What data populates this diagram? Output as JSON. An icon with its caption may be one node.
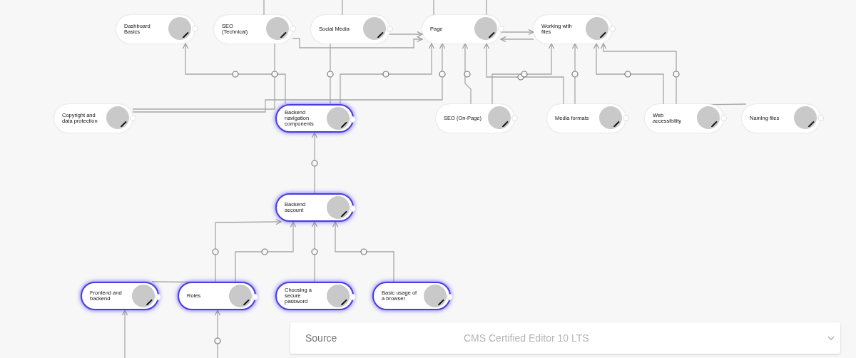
{
  "diagram": {
    "nodes": [
      {
        "text": [
          "Dashboard Basics"
        ]
      },
      {
        "text": [
          "SEO (Technical)"
        ]
      },
      {
        "text": [
          "Social Media"
        ]
      },
      {
        "text": [
          "Page"
        ]
      },
      {
        "text": [
          "Working with files"
        ]
      },
      {
        "text": [
          "Copyright and data protection"
        ]
      },
      {
        "text": [
          "Backend navigation components"
        ]
      },
      {
        "text": [
          "SEO (On-Page)"
        ]
      },
      {
        "text": [
          "Media formats"
        ]
      },
      {
        "text": [
          "Web accessibility"
        ]
      },
      {
        "text": [
          "Naming files"
        ]
      },
      {
        "text": [
          "Backend account"
        ]
      },
      {
        "text": [
          "Frontend and backend"
        ]
      },
      {
        "text": [
          "Roles"
        ]
      },
      {
        "text": [
          "Choosing a secure password"
        ]
      },
      {
        "text": [
          "Basic usage of a browser"
        ]
      }
    ],
    "edges": [
      {
        "from": 6,
        "to": 0,
        "arrow": "to"
      },
      {
        "from": 5,
        "to": 1,
        "arrow": "none"
      },
      {
        "from": 6,
        "to": 2,
        "arrow": "none"
      },
      {
        "from": 1,
        "to": 3,
        "arrow": "to"
      },
      {
        "from": 2,
        "to": 3,
        "arrow": "to"
      },
      {
        "from": 6,
        "to": 3,
        "arrow": "to"
      },
      {
        "from": 5,
        "to": 3,
        "arrow": "to"
      },
      {
        "from": 7,
        "to": 3,
        "arrow": "to"
      },
      {
        "from": 8,
        "to": 3,
        "arrow": "to"
      },
      {
        "from": 3,
        "to": 4,
        "arrow": "to"
      },
      {
        "from": 4,
        "to": 3,
        "arrow": "to"
      },
      {
        "from": 7,
        "to": 4,
        "arrow": "to"
      },
      {
        "from": 8,
        "to": 4,
        "arrow": "to"
      },
      {
        "from": 9,
        "to": 4,
        "arrow": "to"
      },
      {
        "from": 10,
        "to": 4,
        "arrow": "to"
      },
      {
        "from": 11,
        "to": 6,
        "arrow": "to"
      },
      {
        "from": 12,
        "to": 11,
        "arrow": "to"
      },
      {
        "from": 13,
        "to": 11,
        "arrow": "to"
      },
      {
        "from": 14,
        "to": 11,
        "arrow": "to"
      },
      {
        "from": 15,
        "to": 11,
        "arrow": "to"
      },
      {
        "from": null,
        "to": 12,
        "arrow": "to"
      },
      {
        "from": null,
        "to": 13,
        "arrow": "to"
      },
      {
        "from": 1,
        "to": null,
        "arrow": "none"
      },
      {
        "from": 2,
        "to": null,
        "arrow": "none"
      },
      {
        "from": 3,
        "to": null,
        "arrow": "none"
      },
      {
        "from": 3,
        "to": null,
        "arrow": "none"
      }
    ],
    "labels": [
      "Source",
      "CMS Certified Editor 10 LTS"
    ]
  }
}
